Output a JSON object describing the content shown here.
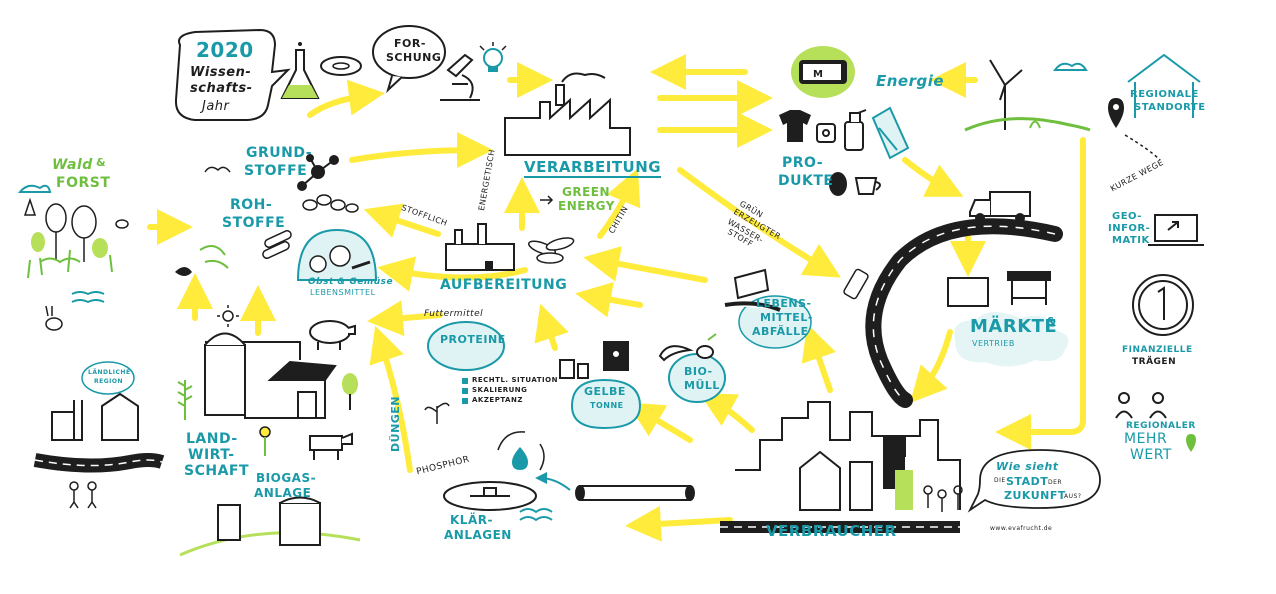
{
  "colors": {
    "arrow_yellow": "#ffeb3b",
    "teal": "#1a9aa8",
    "green": "#6fbf3f",
    "ink": "#1e1e1e",
    "light_teal": "#dff3f4"
  },
  "labels": {
    "year": "2020",
    "wissenschaftsjahr_1": "Wissen-",
    "wissenschaftsjahr_2": "schafts-",
    "wissenschaftsjahr_3": "Jahr",
    "forschung_1": "FOR-",
    "forschung_2": "SCHUNG",
    "grundstoffe_1": "GRUND-",
    "grundstoffe_2": "STOFFE",
    "rohstoffe_1": "ROH-",
    "rohstoffe_2": "STOFFE",
    "wald_forst_1": "Wald",
    "wald_forst_amp": "&",
    "wald_forst_2": "FORST",
    "obst_gemuese_1": "Obst & Gemüse",
    "obst_gemuese_2": "LEBENSMITTEL",
    "verarbeitung": "VERARBEITUNG",
    "aufbereitung": "AUFBEREITUNG",
    "green_energy_1": "GREEN",
    "green_energy_2": "ENERGY",
    "energetisch": "ENERGETISCH",
    "stofflich": "STOFFLICH",
    "chitin": "CHITIN",
    "gruen_1": "GRÜN",
    "gruen_2": "ERZEUGTER",
    "gruen_3": "WASSER-",
    "gruen_4": "STOFF",
    "produkte_1": "PRO-",
    "produkte_2": "DUKTE",
    "energie": "Energie",
    "regionale_1": "REGIONALE",
    "regionale_2": "STANDORTE",
    "kurze_wege": "KURZE WEGE",
    "geoinformatik_1": "GEO-",
    "geoinformatik_2": "INFOR-",
    "geoinformatik_3": "MATIK",
    "finanzielle_1": "FINANZIELLE",
    "finanzielle_2": "TRÄGEN",
    "regionaler_1": "REGIONALER",
    "regionaler_2": "MEHR",
    "regionaler_3": "WERT",
    "maerkte": "MÄRKTE",
    "maerkte_amp": "&",
    "vertrieb": "VERTRIEB",
    "lebensmittelabfaelle_1": "LEBENS-",
    "lebensmittelabfaelle_2": "MITTEL-",
    "lebensmittelabfaelle_3": "ABFÄLLE",
    "futtermittel": "Futtermittel",
    "proteine": "PROTEINE",
    "proteine_item_1": "RECHTL. SITUATION",
    "proteine_item_2": "SKALIERUNG",
    "proteine_item_3": "AKZEPTANZ",
    "gelbe_tonne_1": "GELBE",
    "gelbe_tonne_2": "TONNE",
    "biomuell_1": "BIO-",
    "biomuell_2": "MÜLL",
    "landwirtschaft_1": "LAND-",
    "landwirtschaft_2": "WIRT-",
    "landwirtschaft_3": "SCHAFT",
    "laendliche_1": "LÄNDLICHE",
    "laendliche_2": "REGION",
    "biogasanlage_1": "BIOGAS-",
    "biogasanlage_2": "ANLAGE",
    "duengen": "DÜNGEN",
    "phosphor": "PHOSPHOR",
    "klaeranlagen_1": "KLÄR-",
    "klaeranlagen_2": "ANLAGEN",
    "verbraucher": "VERBRAUCHER",
    "stadt_1": "Wie sieht",
    "stadt_die": "die",
    "stadt_2": "STADT",
    "stadt_der": "der",
    "stadt_3": "ZUKUNFT",
    "stadt_aus": "aus?",
    "credit": "www.evafrucht.de"
  },
  "icons": [
    "speech-bubble-icon",
    "flask-icon",
    "petri-dish-icon",
    "microscope-icon",
    "lightbulb-icon",
    "factory-icon",
    "battery-icon",
    "wind-turbine-icon",
    "house-icon",
    "map-pin-icon",
    "truck-icon",
    "laptop-icon",
    "coin-icon",
    "people-icon",
    "pig-icon",
    "cow-icon",
    "tree-icon",
    "barn-icon",
    "silo-icon",
    "market-stall-icon",
    "bin-icon",
    "banana-icon",
    "bread-icon",
    "water-drop-icon",
    "city-skyline-icon",
    "road-icon",
    "shirt-icon",
    "spray-bottle-icon",
    "cup-icon",
    "wood-logs-icon",
    "molecule-icon",
    "rabbit-icon",
    "sun-icon",
    "plant-icon",
    "car-icon",
    "apple-icon"
  ]
}
